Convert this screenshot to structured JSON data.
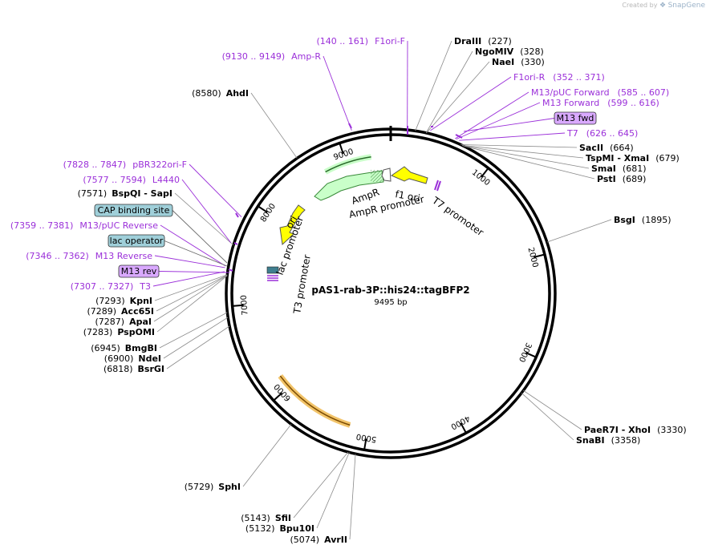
{
  "credit": {
    "prefix": "Created by",
    "brand": "SnapGene"
  },
  "plasmid": {
    "name": "pAS1-rab-3P::his24::tagBFP2",
    "size": "9495 bp",
    "length": 9495
  },
  "colors": {
    "purple": "#9b30d9",
    "black": "#000000",
    "grey": "#8a8a8a",
    "ampr": "#c9ffc9",
    "ampr_edge": "#3a8a3a",
    "ori": "#ffff00",
    "promoter": "#ffff00",
    "arc_gold": "#f2c46a",
    "box_teal": "#9fcfd9",
    "box_violet": "#d9a9ff"
  },
  "ticks": [
    {
      "pos": 1000,
      "label": "1000"
    },
    {
      "pos": 2000,
      "label": "2000"
    },
    {
      "pos": 3000,
      "label": "3000"
    },
    {
      "pos": 4000,
      "label": "4000"
    },
    {
      "pos": 5000,
      "label": "5000"
    },
    {
      "pos": 6000,
      "label": "6000"
    },
    {
      "pos": 7000,
      "label": "7000"
    },
    {
      "pos": 8000,
      "label": "8000"
    },
    {
      "pos": 9000,
      "label": "9000"
    }
  ],
  "sites": [
    {
      "pos": 227,
      "text": "DraIII",
      "num": "(227)",
      "side": "right"
    },
    {
      "pos": 328,
      "text": "NgoMIV",
      "num": "(328)",
      "side": "right"
    },
    {
      "pos": 330,
      "text": "NaeI",
      "num": "(330)",
      "side": "right"
    },
    {
      "pos": 664,
      "text": "SacII",
      "num": "(664)",
      "side": "right"
    },
    {
      "pos": 679,
      "text": "TspMI  - XmaI",
      "num": "(679)",
      "side": "right"
    },
    {
      "pos": 681,
      "text": "SmaI",
      "num": "(681)",
      "side": "right"
    },
    {
      "pos": 689,
      "text": "PstI",
      "num": "(689)",
      "side": "right"
    },
    {
      "pos": 1895,
      "text": "BsgI",
      "num": "(1895)",
      "side": "right"
    },
    {
      "pos": 3330,
      "text": "PaeR7I  - XhoI",
      "num": "(3330)",
      "side": "right"
    },
    {
      "pos": 3358,
      "text": "SnaBI",
      "num": "(3358)",
      "side": "right"
    },
    {
      "pos": 5074,
      "text": "AvrII",
      "num": "(5074)",
      "side": "left"
    },
    {
      "pos": 5132,
      "text": "Bpu10I",
      "num": "(5132)",
      "side": "left"
    },
    {
      "pos": 5143,
      "text": "SfiI",
      "num": "(5143)",
      "side": "left"
    },
    {
      "pos": 5729,
      "text": "SphI",
      "num": "(5729)",
      "side": "left"
    },
    {
      "pos": 6818,
      "text": "BsrGI",
      "num": "(6818)",
      "side": "left"
    },
    {
      "pos": 6900,
      "text": "NdeI",
      "num": "(6900)",
      "side": "left"
    },
    {
      "pos": 6945,
      "text": "BmgBI",
      "num": "(6945)",
      "side": "left"
    },
    {
      "pos": 7283,
      "text": "PspOMI",
      "num": "(7283)",
      "side": "left"
    },
    {
      "pos": 7287,
      "text": "ApaI",
      "num": "(7287)",
      "side": "left"
    },
    {
      "pos": 7289,
      "text": "Acc65I",
      "num": "(7289)",
      "side": "left"
    },
    {
      "pos": 7293,
      "text": "KpnI",
      "num": "(7293)",
      "side": "left"
    },
    {
      "pos": 7571,
      "text": "BspQI  - SapI",
      "num": "(7571)",
      "side": "left"
    },
    {
      "pos": 8580,
      "text": "AhdI",
      "num": "(8580)",
      "side": "left"
    }
  ],
  "primers": [
    {
      "pos": 150,
      "range": "(140 .. 161)",
      "name": "F1ori-F",
      "side": "left"
    },
    {
      "pos": 9140,
      "range": "(9130 .. 9149)",
      "name": "Amp-R",
      "side": "left"
    },
    {
      "pos": 361,
      "range": "(352 .. 371)",
      "name": "F1ori-R",
      "side": "right"
    },
    {
      "pos": 596,
      "range": "(585 .. 607)",
      "name": "M13/pUC Forward",
      "side": "right"
    },
    {
      "pos": 607,
      "range": "(599 .. 616)",
      "name": "M13 Forward",
      "side": "right"
    },
    {
      "pos": 635,
      "range": "(626 .. 645)",
      "name": "T7",
      "side": "right"
    },
    {
      "pos": 7837,
      "range": "(7828 .. 7847)",
      "name": "pBR322ori-F",
      "side": "left"
    },
    {
      "pos": 7585,
      "range": "(7577 .. 7594)",
      "name": "L4440",
      "side": "left"
    },
    {
      "pos": 7370,
      "range": "(7359 .. 7381)",
      "name": "M13/pUC Reverse",
      "side": "left"
    },
    {
      "pos": 7354,
      "range": "(7346 .. 7362)",
      "name": "M13 Reverse",
      "side": "left"
    },
    {
      "pos": 7317,
      "range": "(7307 .. 7327)",
      "name": "T3",
      "side": "left"
    }
  ],
  "boxes": [
    {
      "label": "M13 fwd",
      "style": "violet"
    },
    {
      "label": "CAP binding site",
      "style": "teal"
    },
    {
      "label": "lac operator",
      "style": "teal"
    },
    {
      "label": "M13 rev",
      "style": "violet"
    }
  ],
  "features": [
    {
      "name": "AmpR",
      "start": 8400,
      "end": 9250
    },
    {
      "name": "AmpR promoter",
      "start": 9250,
      "end": 9390
    },
    {
      "name": "f1 ori",
      "start": 9420,
      "end": 160
    },
    {
      "name": "ori",
      "start": 7780,
      "end": 8100
    },
    {
      "name": "T7 promoter",
      "start": 530,
      "end": 560
    },
    {
      "name": "lac promoter",
      "start": 7390,
      "end": 7420
    },
    {
      "name": "T3 promoter",
      "start": 7300,
      "end": 7330
    }
  ],
  "feature_labels": {
    "ampr": "AmpR",
    "ampr_promoter": "AmpR promoter",
    "f1_ori": "f1 ori",
    "ori": "ori",
    "t7_promoter": "T7 promoter",
    "lac_promoter": "lac promoter",
    "t3_promoter": "T3 promoter"
  }
}
